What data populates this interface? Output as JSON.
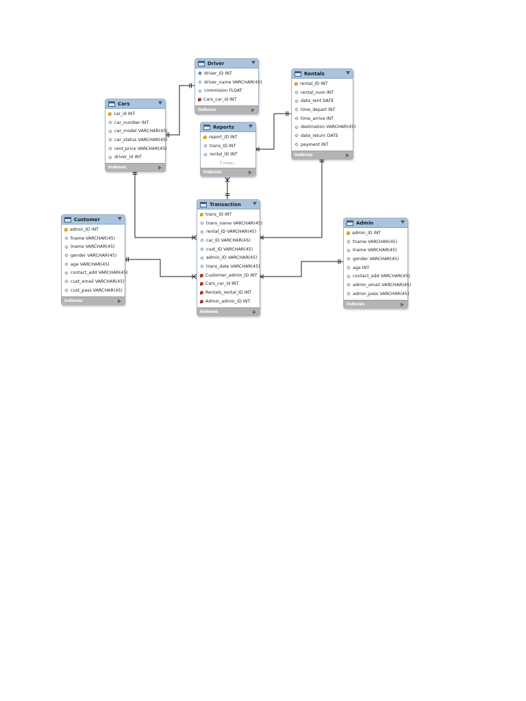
{
  "entities": {
    "driver": {
      "title": "Driver",
      "columns": [
        {
          "text": "driver_ID INT",
          "key": "nn"
        },
        {
          "text": "driver_name VARCHAR(45)",
          "key": "col"
        },
        {
          "text": "commision FLOAT",
          "key": "col"
        },
        {
          "text": "Cars_car_id INT",
          "key": "fk"
        }
      ],
      "footer": "Indexes"
    },
    "rentals": {
      "title": "Rentals",
      "columns": [
        {
          "text": "rental_ID INT",
          "key": "pk"
        },
        {
          "text": "rental_num INT",
          "key": "col"
        },
        {
          "text": "date_rent DATE",
          "key": "col"
        },
        {
          "text": "time_depart INT",
          "key": "col"
        },
        {
          "text": "time_arrive INT",
          "key": "col"
        },
        {
          "text": "destination VARCHAR(45)",
          "key": "col"
        },
        {
          "text": "date_return DATE",
          "key": "col"
        },
        {
          "text": "payment INT",
          "key": "col"
        }
      ],
      "footer": "Indexes"
    },
    "cars": {
      "title": "Cars",
      "columns": [
        {
          "text": "car_id INT",
          "key": "pk"
        },
        {
          "text": "car_number INT",
          "key": "col"
        },
        {
          "text": "car_model VARCHAR(45)",
          "key": "col"
        },
        {
          "text": "car_status VARCHAR(45)",
          "key": "col"
        },
        {
          "text": "rent_price VARCHAR(45)",
          "key": "col"
        },
        {
          "text": "driver_id INT",
          "key": "col"
        }
      ],
      "footer": "Indexes"
    },
    "reports": {
      "title": "Reports",
      "columns": [
        {
          "text": "report_ID INT",
          "key": "pk"
        },
        {
          "text": "trans_ID INT",
          "key": "col"
        },
        {
          "text": "rental_ID INT",
          "key": "col"
        }
      ],
      "more": "7 more...",
      "footer": "Indexes"
    },
    "customer": {
      "title": "Customer",
      "columns": [
        {
          "text": "admin_ID INT",
          "key": "pk"
        },
        {
          "text": "fname VARCHAR(45)",
          "key": "col"
        },
        {
          "text": "lname VARCHAR(45)",
          "key": "col"
        },
        {
          "text": "gender VARCHAR(45)",
          "key": "col"
        },
        {
          "text": "age VARCHAR(45)",
          "key": "col"
        },
        {
          "text": "contact_add VARCHAR(45)",
          "key": "col"
        },
        {
          "text": "cust_email VARCHAR(45)",
          "key": "col"
        },
        {
          "text": "cust_pass VARCHAR(45)",
          "key": "col"
        }
      ],
      "footer": "Indexes"
    },
    "transaction": {
      "title": "Transaction",
      "columns": [
        {
          "text": "trans_ID INT",
          "key": "pk"
        },
        {
          "text": "trans_name VARCHAR(45)",
          "key": "col"
        },
        {
          "text": "rental_ID VARCHAR(45)",
          "key": "col"
        },
        {
          "text": "car_ID VARCHAR(45)",
          "key": "col"
        },
        {
          "text": "cust_ID VARCHAR(45)",
          "key": "col"
        },
        {
          "text": "admin_ID VARCHAR(45)",
          "key": "col"
        },
        {
          "text": "trans_date VARCHAR(45)",
          "key": "col"
        },
        {
          "text": "Customer_admin_ID INT",
          "key": "fk"
        },
        {
          "text": "Cars_car_id INT",
          "key": "fk"
        },
        {
          "text": "Rentals_rental_ID INT",
          "key": "fk"
        },
        {
          "text": "Admin_admin_ID INT",
          "key": "fk"
        }
      ],
      "footer": "Indexes"
    },
    "admin": {
      "title": "Admin",
      "columns": [
        {
          "text": "admin_ID INT",
          "key": "pk"
        },
        {
          "text": "fname VARCHAR(45)",
          "key": "col"
        },
        {
          "text": "lname VARCHAR(45)",
          "key": "col"
        },
        {
          "text": "gender VARCHAR(45)",
          "key": "col"
        },
        {
          "text": "age INT",
          "key": "col"
        },
        {
          "text": "contact_add VARCHAR(45)",
          "key": "col"
        },
        {
          "text": "admin_email VARCHAR(45)",
          "key": "col"
        },
        {
          "text": "admin_pass VARCHAR(45)",
          "key": "col"
        }
      ],
      "footer": "Indexes"
    }
  },
  "relationships": [
    {
      "from": "cars",
      "to": "driver",
      "from_end": "one",
      "to_end": "one"
    },
    {
      "from": "reports",
      "to": "rentals",
      "from_end": "many",
      "to_end": "one"
    },
    {
      "from": "reports",
      "to": "transaction",
      "from_end": "many",
      "to_end": "one"
    },
    {
      "from": "cars",
      "to": "transaction",
      "from_end": "one",
      "to_end": "many"
    },
    {
      "from": "rentals",
      "to": "transaction",
      "from_end": "one",
      "to_end": "many"
    },
    {
      "from": "customer",
      "to": "transaction",
      "from_end": "one",
      "to_end": "many"
    },
    {
      "from": "admin",
      "to": "transaction",
      "from_end": "one",
      "to_end": "many"
    }
  ],
  "colors": {
    "header": "#a9c4dc",
    "footer": "#b4b4b4",
    "line": "#1a1a1a",
    "primary_key": "#f0c21a",
    "foreign_key": "#d43a3a"
  }
}
